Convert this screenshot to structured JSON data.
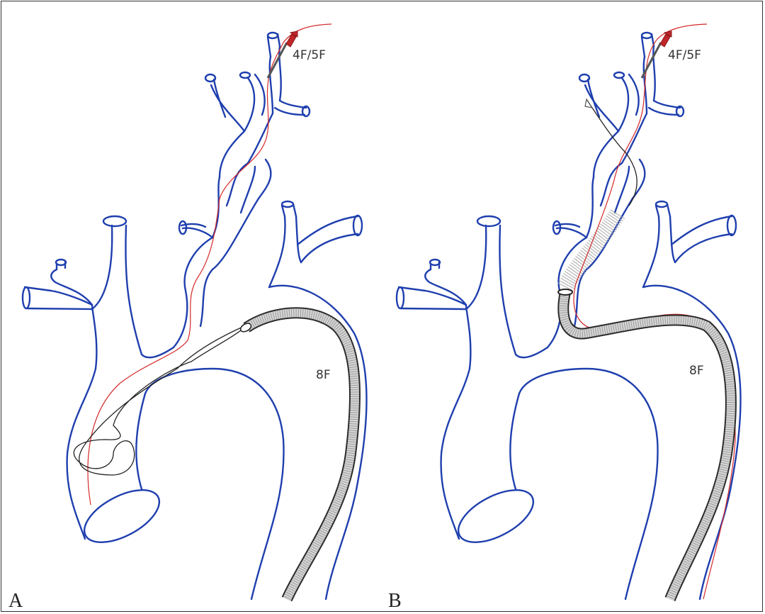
{
  "panels": [
    {
      "letter": "A",
      "labels": {
        "small_catheter": "4F/5F",
        "sheath": "8F"
      }
    },
    {
      "letter": "B",
      "labels": {
        "small_catheter": "4F/5F",
        "sheath": "8F"
      }
    }
  ],
  "colors": {
    "vessel_outline": "#1f3fae",
    "guidewire": "#d42a2a",
    "snare": "#222222",
    "sheath": "#2a2a2a",
    "catheter_hub": "#c0262a"
  }
}
